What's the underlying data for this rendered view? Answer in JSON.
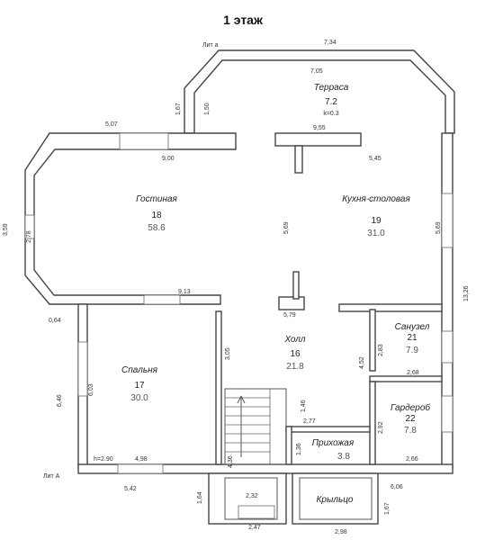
{
  "title": "1 этаж",
  "lit_labels": [
    "Лит а",
    "Лит А"
  ],
  "ceiling_height": "h=2.90",
  "rooms": [
    {
      "name": "Терраса",
      "number": "7.2",
      "extra": "k=0.3"
    },
    {
      "name": "Гостиная",
      "number": "18",
      "area": "58.6"
    },
    {
      "name": "Кухня-столовая",
      "number": "19",
      "area": "31.0"
    },
    {
      "name": "Санузел",
      "number": "21",
      "area": "7.9"
    },
    {
      "name": "Холл",
      "number": "16",
      "area": "21.8"
    },
    {
      "name": "Спальня",
      "number": "17",
      "area": "30.0"
    },
    {
      "name": "Гардероб",
      "number": "22",
      "area": "7.8"
    },
    {
      "name": "Прихожая",
      "number": "",
      "area": "3.8"
    },
    {
      "name": "Крыльцо"
    }
  ],
  "dimensions": [
    "7,34",
    "7,05",
    "1,67",
    "1,50",
    "5,07",
    "9,55",
    "9,00",
    "5,45",
    "3,59",
    "2,78",
    "5,69",
    "5,69",
    "13,26",
    "9,13",
    "5,79",
    "0,64",
    "3,05",
    "2,83",
    "4,52",
    "6,03",
    "6,46",
    "2,68",
    "1,46",
    "2,77",
    "2,92",
    "1,36",
    "4,36",
    "4,98",
    "2,66",
    "5,42",
    "6,06",
    "1,64",
    "2,32",
    "1,67",
    "2,47",
    "2,98"
  ]
}
